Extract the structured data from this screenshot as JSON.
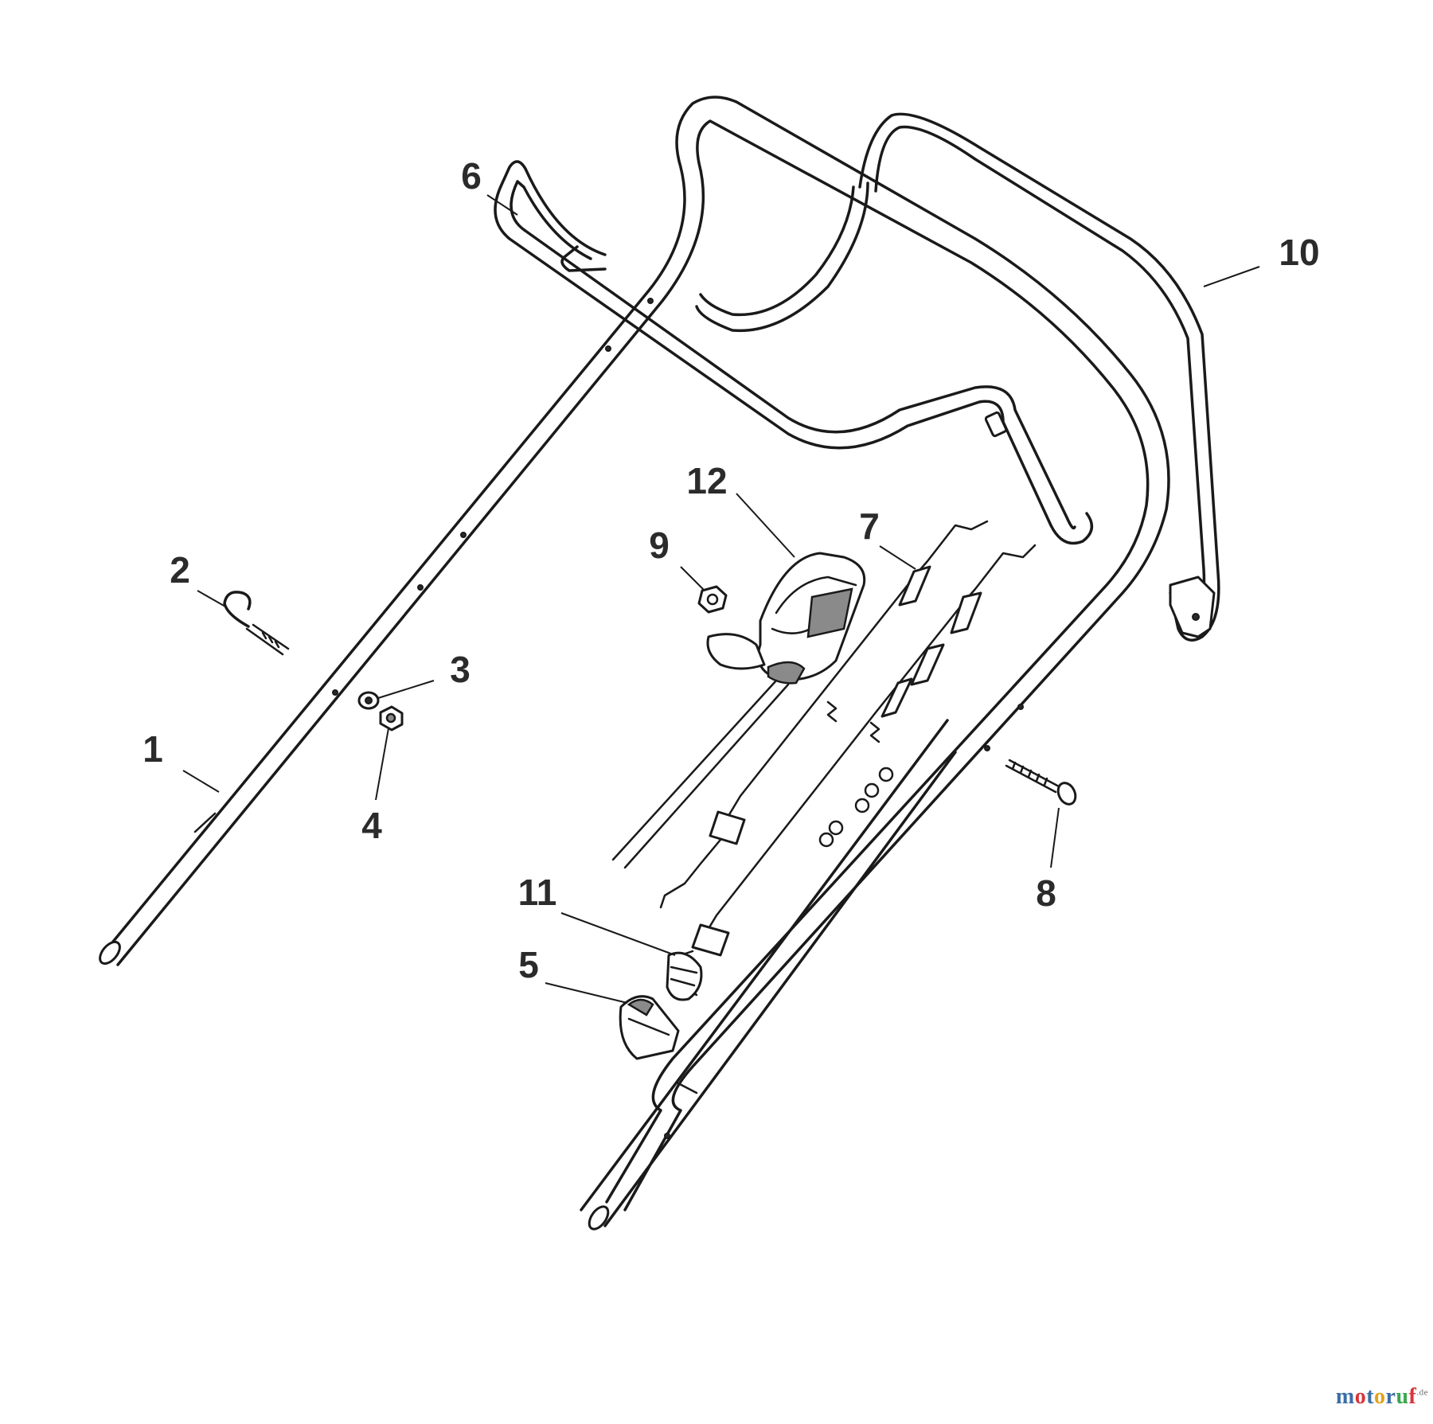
{
  "diagram": {
    "parts": [
      {
        "id": "1",
        "label": "1"
      },
      {
        "id": "2",
        "label": "2"
      },
      {
        "id": "3",
        "label": "3"
      },
      {
        "id": "4",
        "label": "4"
      },
      {
        "id": "5",
        "label": "5"
      },
      {
        "id": "6",
        "label": "6"
      },
      {
        "id": "7",
        "label": "7"
      },
      {
        "id": "8",
        "label": "8"
      },
      {
        "id": "9",
        "label": "9"
      },
      {
        "id": "10",
        "label": "10"
      },
      {
        "id": "11",
        "label": "11"
      },
      {
        "id": "12",
        "label": "12"
      }
    ]
  },
  "watermark": {
    "letters": [
      "m",
      "o",
      "t",
      "o",
      "r",
      "u",
      "f"
    ],
    "colors": [
      "#3a6ea5",
      "#d9343a",
      "#3a6ea5",
      "#e3a21a",
      "#3a6ea5",
      "#3aa84f",
      "#d9343a"
    ],
    "suffix": ".de"
  }
}
